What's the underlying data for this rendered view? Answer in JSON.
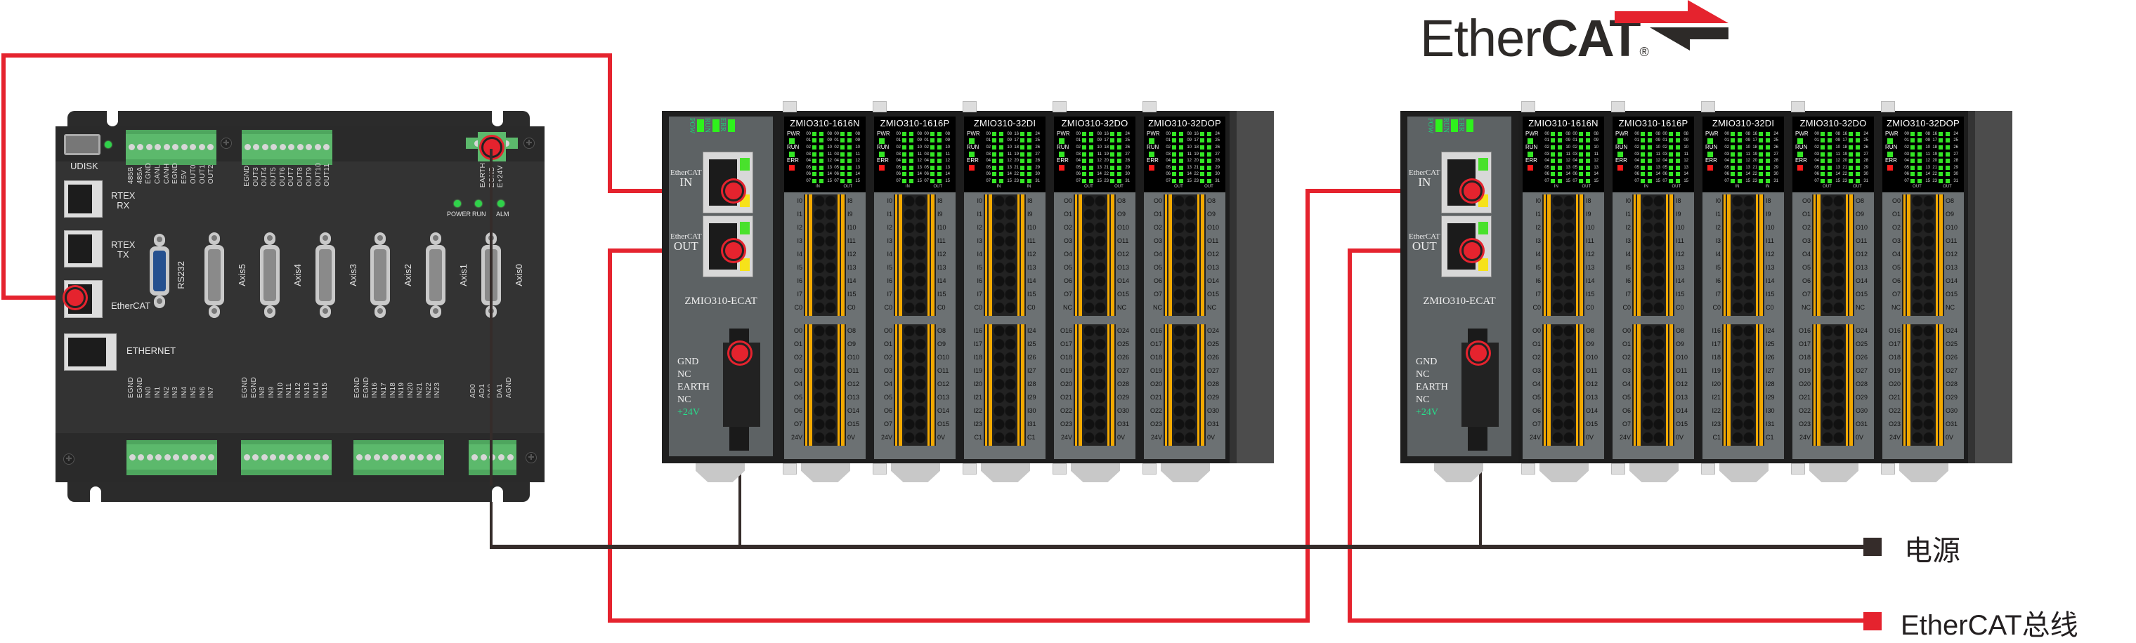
{
  "logo": {
    "prefix": "Ether",
    "bold": "CAT",
    "registered": "®",
    "arrow_colors": {
      "top": "#e5232e",
      "bottom": "#2d2a28"
    }
  },
  "controller": {
    "top_left_label": "UDISK",
    "top_terminal_1": [
      "485B",
      "485A",
      "EGND",
      "CANL",
      "CANH",
      "EGND",
      "E5V",
      "OUT0",
      "OUT1",
      "OUT2"
    ],
    "top_terminal_2": [
      "EGND",
      "OUT3",
      "OUT4",
      "OUT5",
      "OUT6",
      "OUT7",
      "OUT8",
      "OUT9",
      "OUT10",
      "OUT11"
    ],
    "power_terminal": [
      "EARTH",
      "EGND",
      "E+24V"
    ],
    "status_leds": [
      "POWER",
      "RUN",
      "ALM"
    ],
    "ports": [
      {
        "label_lines": [
          "RTEX",
          "RX"
        ]
      },
      {
        "label_lines": [
          "RTEX",
          "TX"
        ]
      },
      {
        "label_lines": [
          "EtherCAT"
        ]
      },
      {
        "label_lines": [
          "ETHERNET"
        ]
      }
    ],
    "serial_label": "RS232",
    "axes": [
      "Axis5",
      "Axis4",
      "Axis3",
      "Axis2",
      "Axis1",
      "Axis0"
    ],
    "bottom_terminal_1": [
      "EGND",
      "EGND",
      "IN0",
      "IN1",
      "IN2",
      "IN3",
      "IN4",
      "IN5",
      "IN6",
      "IN7"
    ],
    "bottom_terminal_2": [
      "EGND",
      "EGND",
      "IN8",
      "IN9",
      "IN10",
      "IN11",
      "IN12",
      "IN13",
      "IN14",
      "IN15"
    ],
    "bottom_terminal_3": [
      "EGND",
      "EGND",
      "IN16",
      "IN17",
      "IN18",
      "IN19",
      "IN20",
      "IN21",
      "IN22",
      "IN23"
    ],
    "bottom_terminal_4": [
      "AD0",
      "AD1",
      "DA0",
      "DA1",
      "AGND"
    ]
  },
  "racks": [
    {
      "head": {
        "led_labels": [
          "POW",
          "RUN",
          "ERR"
        ],
        "in_label": [
          "EtherCAT",
          "IN"
        ],
        "out_label": [
          "EtherCAT",
          "OUT"
        ],
        "model": "ZMIO310-ECAT",
        "power_pins": [
          "GND",
          "NC",
          "EARTH",
          "NC",
          "+24V"
        ]
      },
      "modules": [
        "ZMIO310-1616N",
        "ZMIO310-1616P",
        "ZMIO310-32DI",
        "ZMIO310-32DO",
        "ZMIO310-32DOP"
      ]
    },
    {
      "head": {
        "led_labels": [
          "POW",
          "RUN",
          "ERR"
        ],
        "in_label": [
          "EtherCAT",
          "IN"
        ],
        "out_label": [
          "EtherCAT",
          "OUT"
        ],
        "model": "ZMIO310-ECAT",
        "power_pins": [
          "GND",
          "NC",
          "EARTH",
          "NC",
          "+24V"
        ]
      },
      "modules": [
        "ZMIO310-1616N",
        "ZMIO310-1616P",
        "ZMIO310-32DI",
        "ZMIO310-32DO",
        "ZMIO310-32DOP"
      ]
    }
  ],
  "module_types": {
    "ZMIO310-1616N": {
      "foot": [
        "IN",
        "OUT"
      ],
      "led_cols": [
        [
          "00",
          "01",
          "02",
          "03",
          "04",
          "05",
          "06",
          "07"
        ],
        [
          "08",
          "09",
          "10",
          "11",
          "12",
          "13",
          "14",
          "15"
        ],
        [
          "00",
          "01",
          "02",
          "03",
          "04",
          "05",
          "06",
          "07"
        ],
        [
          "08",
          "09",
          "10",
          "11",
          "12",
          "13",
          "14",
          "15"
        ]
      ],
      "upper_left": [
        "I0",
        "I1",
        "I2",
        "I3",
        "I4",
        "I5",
        "I6",
        "I7",
        "C0"
      ],
      "upper_right": [
        "I8",
        "I9",
        "I10",
        "I11",
        "I12",
        "I13",
        "I14",
        "I15",
        "C0"
      ],
      "lower_left": [
        "O0",
        "O1",
        "O2",
        "O3",
        "O4",
        "O5",
        "O6",
        "O7",
        "24V"
      ],
      "lower_right": [
        "O8",
        "O9",
        "O10",
        "O11",
        "O12",
        "O13",
        "O14",
        "O15",
        "0V"
      ]
    },
    "ZMIO310-1616P": {
      "foot": [
        "IN",
        "OUT"
      ],
      "led_cols": [
        [
          "00",
          "01",
          "02",
          "03",
          "04",
          "05",
          "06",
          "07"
        ],
        [
          "08",
          "09",
          "10",
          "11",
          "12",
          "13",
          "14",
          "15"
        ],
        [
          "00",
          "01",
          "02",
          "03",
          "04",
          "05",
          "06",
          "07"
        ],
        [
          "08",
          "09",
          "10",
          "11",
          "12",
          "13",
          "14",
          "15"
        ]
      ],
      "upper_left": [
        "I0",
        "I1",
        "I2",
        "I3",
        "I4",
        "I5",
        "I6",
        "I7",
        "C0"
      ],
      "upper_right": [
        "I8",
        "I9",
        "I10",
        "I11",
        "I12",
        "I13",
        "I14",
        "I15",
        "C0"
      ],
      "lower_left": [
        "O0",
        "O1",
        "O2",
        "O3",
        "O4",
        "O5",
        "O6",
        "O7",
        "24V"
      ],
      "lower_right": [
        "O8",
        "O9",
        "O10",
        "O11",
        "O12",
        "O13",
        "O14",
        "O15",
        "0V"
      ]
    },
    "ZMIO310-32DI": {
      "foot": [
        "IN",
        "IN"
      ],
      "led_cols": [
        [
          "00",
          "01",
          "02",
          "03",
          "04",
          "05",
          "06",
          "07"
        ],
        [
          "08",
          "09",
          "10",
          "11",
          "12",
          "13",
          "14",
          "15"
        ],
        [
          "16",
          "17",
          "18",
          "19",
          "20",
          "21",
          "22",
          "23"
        ],
        [
          "24",
          "25",
          "26",
          "27",
          "28",
          "29",
          "30",
          "31"
        ]
      ],
      "upper_left": [
        "I0",
        "I1",
        "I2",
        "I3",
        "I4",
        "I5",
        "I6",
        "I7",
        "C0"
      ],
      "upper_right": [
        "I8",
        "I9",
        "I10",
        "I11",
        "I12",
        "I13",
        "I14",
        "I15",
        "C0"
      ],
      "lower_left": [
        "I16",
        "I17",
        "I18",
        "I19",
        "I20",
        "I21",
        "I22",
        "I23",
        "C1"
      ],
      "lower_right": [
        "I24",
        "I25",
        "I26",
        "I27",
        "I28",
        "I29",
        "I30",
        "I31",
        "C1"
      ]
    },
    "ZMIO310-32DO": {
      "foot": [
        "OUT",
        "OUT"
      ],
      "led_cols": [
        [
          "00",
          "01",
          "02",
          "03",
          "04",
          "05",
          "06",
          "07"
        ],
        [
          "08",
          "09",
          "10",
          "11",
          "12",
          "13",
          "14",
          "15"
        ],
        [
          "16",
          "17",
          "18",
          "19",
          "20",
          "21",
          "22",
          "23"
        ],
        [
          "24",
          "25",
          "26",
          "27",
          "28",
          "29",
          "30",
          "31"
        ]
      ],
      "upper_left": [
        "O0",
        "O1",
        "O2",
        "O3",
        "O4",
        "O5",
        "O6",
        "O7",
        "NC"
      ],
      "upper_right": [
        "O8",
        "O9",
        "O10",
        "O11",
        "O12",
        "O13",
        "O14",
        "O15",
        "NC"
      ],
      "lower_left": [
        "O16",
        "O17",
        "O18",
        "O19",
        "O20",
        "O21",
        "O22",
        "O23",
        "24V"
      ],
      "lower_right": [
        "O24",
        "O25",
        "O26",
        "O27",
        "O28",
        "O29",
        "O30",
        "O31",
        "0V"
      ]
    },
    "ZMIO310-32DOP": {
      "foot": [
        "OUT",
        "OUT"
      ],
      "led_cols": [
        [
          "00",
          "01",
          "02",
          "03",
          "04",
          "05",
          "06",
          "07"
        ],
        [
          "08",
          "09",
          "10",
          "11",
          "12",
          "13",
          "14",
          "15"
        ],
        [
          "16",
          "17",
          "18",
          "19",
          "20",
          "21",
          "22",
          "23"
        ],
        [
          "24",
          "25",
          "26",
          "27",
          "28",
          "29",
          "30",
          "31"
        ]
      ],
      "upper_left": [
        "O0",
        "O1",
        "O2",
        "O3",
        "O4",
        "O5",
        "O6",
        "O7",
        "NC"
      ],
      "upper_right": [
        "O8",
        "O9",
        "O10",
        "O11",
        "O12",
        "O13",
        "O14",
        "O15",
        "NC"
      ],
      "lower_left": [
        "O16",
        "O17",
        "O18",
        "O19",
        "O20",
        "O21",
        "O22",
        "O23",
        "24V"
      ],
      "lower_right": [
        "O24",
        "O25",
        "O26",
        "O27",
        "O28",
        "O29",
        "O30",
        "O31",
        "0V"
      ]
    }
  },
  "module_status": {
    "labels": [
      "PWR",
      "RUN",
      "ERR"
    ],
    "colors": [
      "#33e624",
      "#33e624",
      "#ff1a1a"
    ]
  },
  "legend": [
    {
      "label": "电源",
      "color": "#352c2a"
    },
    {
      "label": "EtherCAT总线",
      "color": "#e5232e"
    }
  ]
}
